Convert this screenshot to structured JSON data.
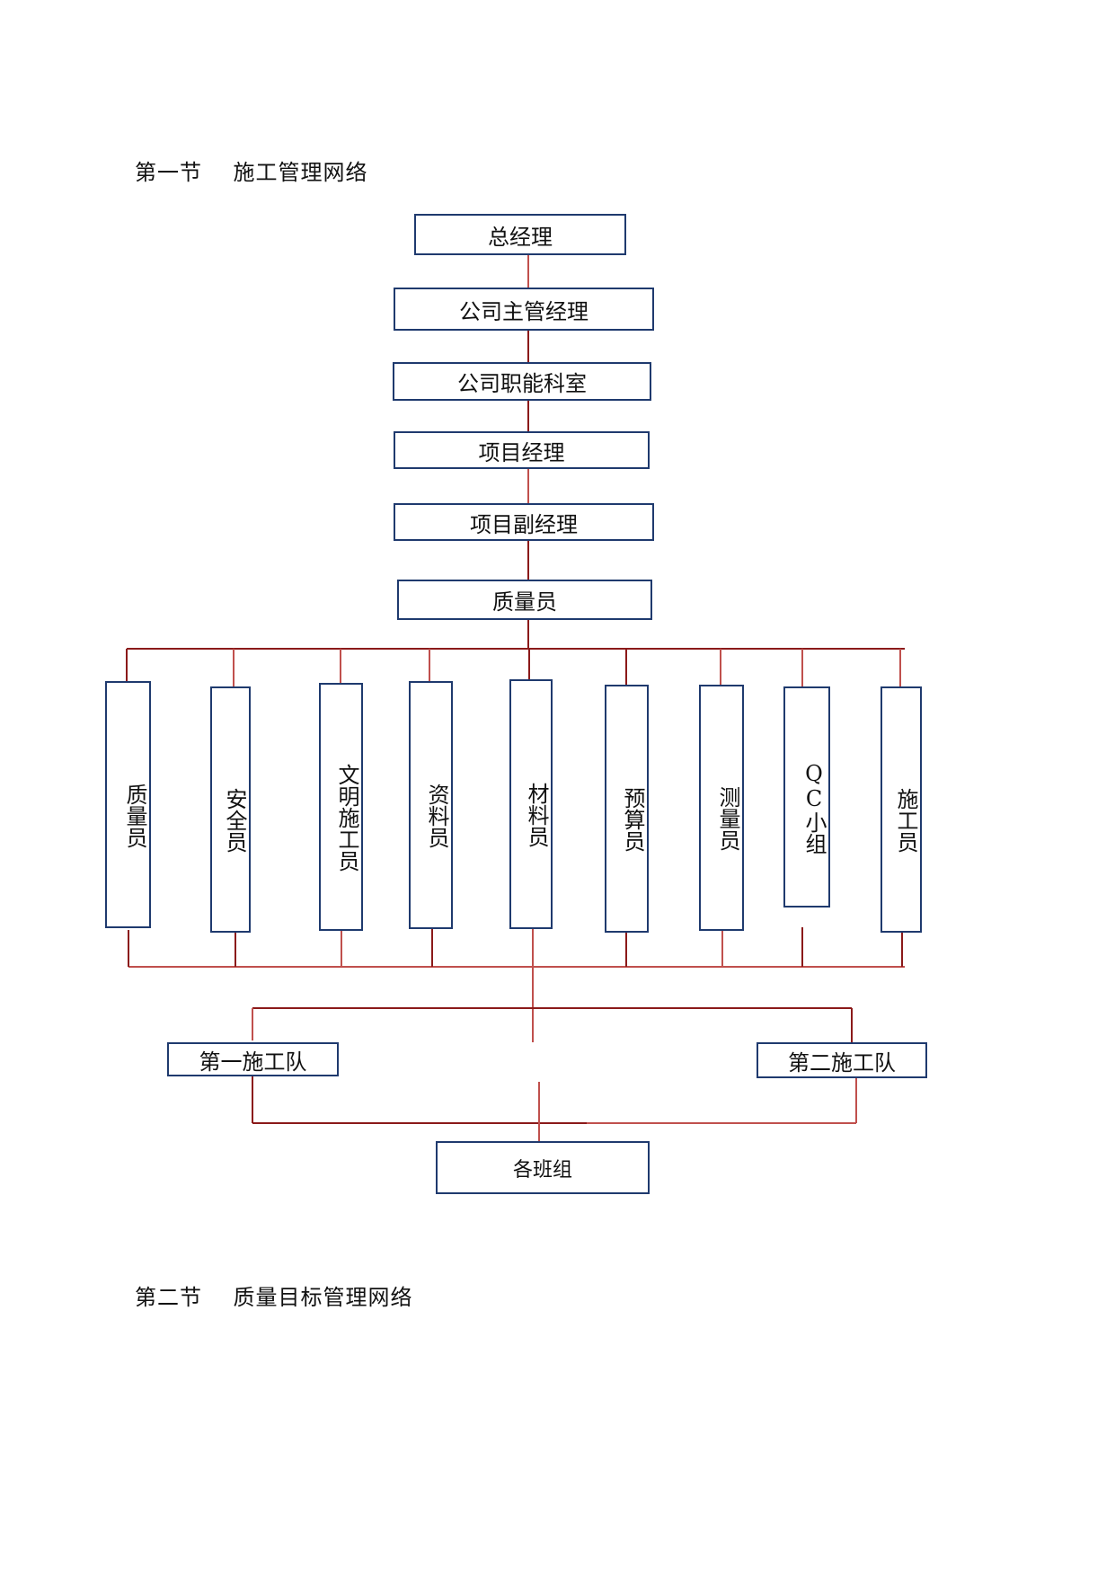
{
  "headings": {
    "section1": "第一节    施工管理网络",
    "section2": "第二节    质量目标管理网络"
  },
  "chain": {
    "general_manager": "总经理",
    "company_manager": "公司主管经理",
    "company_departments": "公司职能科室",
    "project_manager": "项目经理",
    "deputy_project_manager": "项目副经理",
    "quality_inspector": "质量员"
  },
  "staff": [
    "质量员",
    "安全员",
    "文明施工员",
    "资料员",
    "材料员",
    "预算员",
    "测量员",
    "QC小组",
    "施工员"
  ],
  "teams": {
    "team1": "第一施工队",
    "team2": "第二施工队",
    "groups": "各班组"
  },
  "colors": {
    "line_dark": "#8b1a1a",
    "line_light": "#c0504d",
    "box_border": "#1f3a6e"
  }
}
